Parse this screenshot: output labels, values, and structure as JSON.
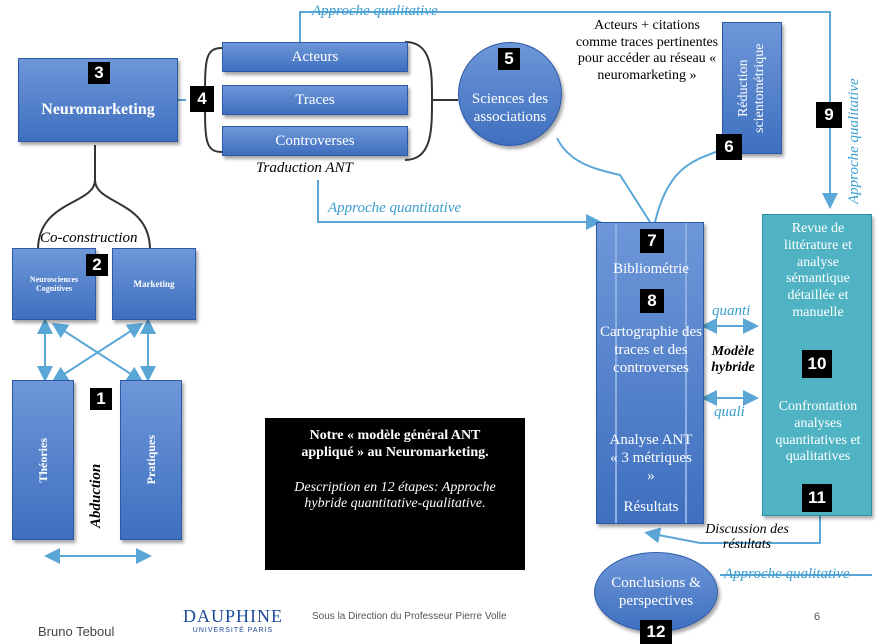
{
  "labels": {
    "approche_qual_top": "Approche qualitative",
    "approche_qual_right": "Approche qualitative",
    "approche_qual_bottom": "Approche qualitative",
    "approche_quant": "Approche quantitative",
    "co_construction": "Co-construction",
    "traduction": "Traduction ANT",
    "abduction": "Abduction",
    "quanti": "quanti",
    "quali": "quali",
    "modele_hybride": "Modèle hybride",
    "discussion": "Discussion des résultats"
  },
  "nodes": {
    "neuromarketing": "Neuromarketing",
    "acteurs": "Acteurs",
    "traces": "Traces",
    "controverses": "Controverses",
    "sciences": "Sciences des associations",
    "neurosciences": "Neurosciences Cognitives",
    "marketing": "Marketing",
    "theories": "Théories",
    "pratiques": "Pratiques",
    "reduction": "Réduction scientométrique",
    "acteurs_citations": "Acteurs + citations comme traces pertinentes pour accéder au réseau « neuromarketing »",
    "bibliometrie": "Bibliométrie",
    "cartographie": "Cartographie des traces et des controverses",
    "analyse_ant": "Analyse ANT « 3 métriques »",
    "resultats": "Résultats",
    "revue": "Revue de littérature et analyse sémantique détaillée et manuelle",
    "confrontation": "Confrontation analyses quantitatives et qualitatives",
    "conclusions": "Conclusions & perspectives"
  },
  "numbers": {
    "n1": "1",
    "n2": "2",
    "n3": "3",
    "n4": "4",
    "n5": "5",
    "n6": "6",
    "n7": "7",
    "n8": "8",
    "n9": "9",
    "n10": "10",
    "n11": "11",
    "n12": "12"
  },
  "notice": {
    "title": "Notre « modèle général ANT appliqué » au Neuromarketing.",
    "description": "Description en 12 étapes: Approche hybride quantitative-qualitative."
  },
  "footer": {
    "author": "Bruno Teboul",
    "logo_main": "DAUPHINE",
    "logo_sub": "UNIVERSITÉ PARIS",
    "direction": "Sous la Direction du Professeur Pierre Volle",
    "page": "6"
  },
  "colors": {
    "box_blue": "#4a7bcc",
    "teal": "#4fb3c3",
    "arrow": "#5aa6d6",
    "label": "#3a9dd0"
  }
}
